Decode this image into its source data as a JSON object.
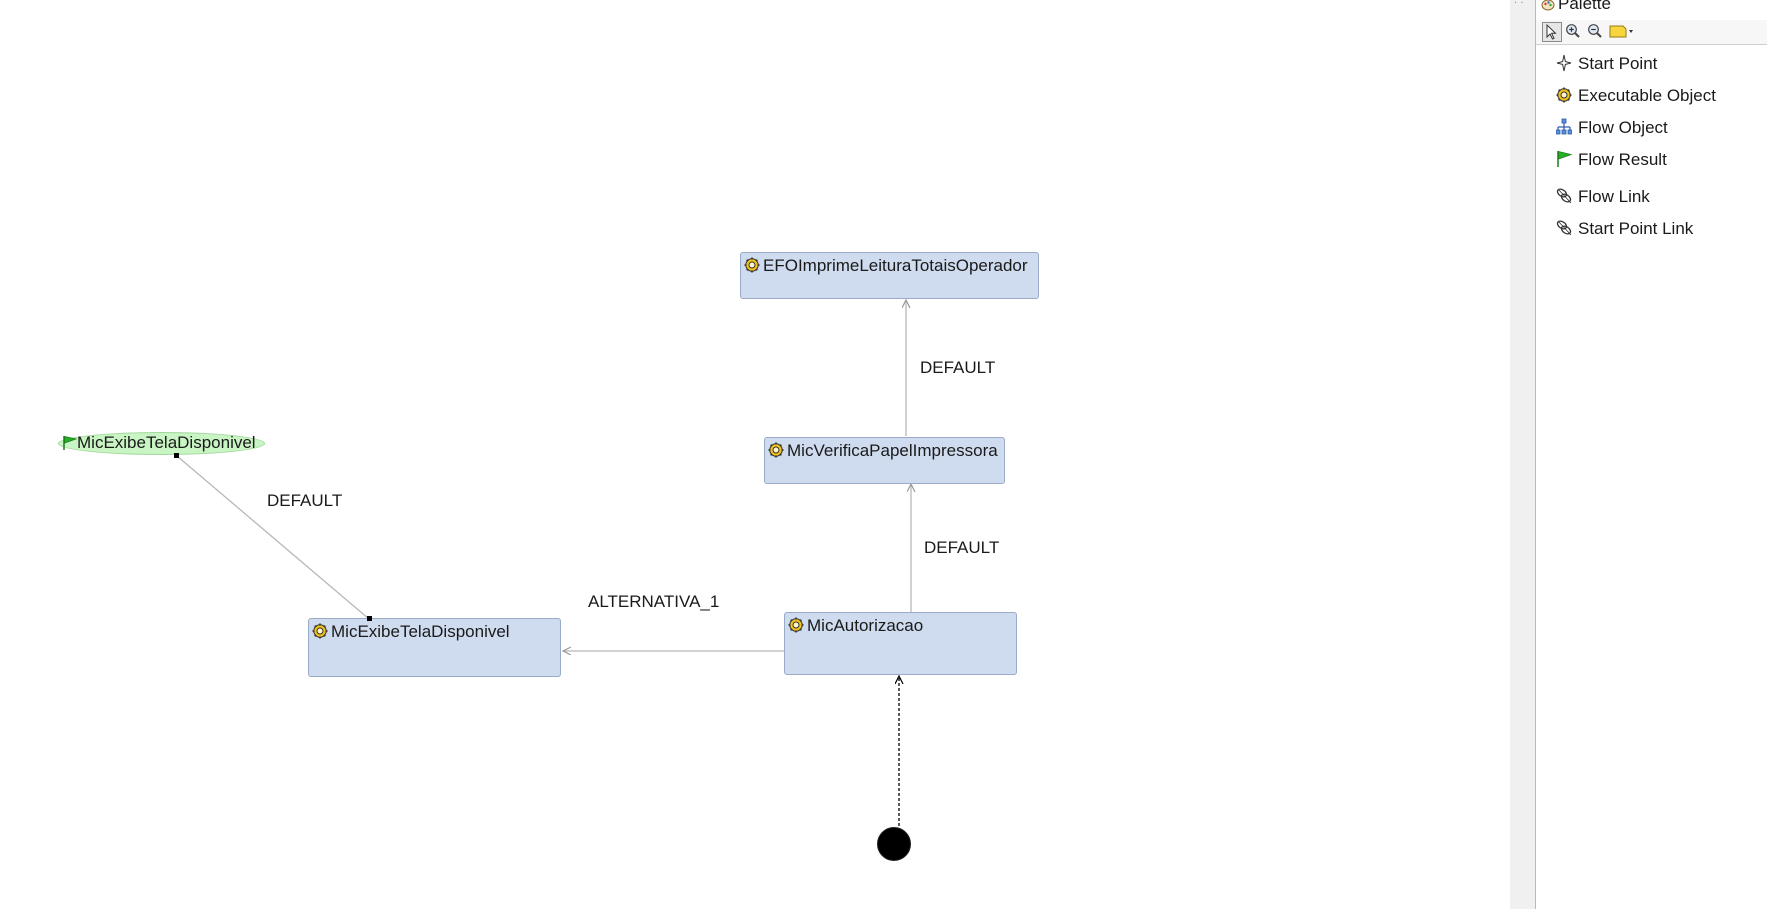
{
  "diagram": {
    "nodes": {
      "efo": {
        "label": "EFOImprimeLeituraTotaisOperador"
      },
      "verifica": {
        "label": "MicVerificaPapelImpressora"
      },
      "autorizacao": {
        "label": "MicAutorizacao"
      },
      "exibe_exec": {
        "label": "MicExibeTelaDisponivel"
      },
      "exibe_result": {
        "label": "MicExibeTelaDisponivel"
      }
    },
    "edge_labels": {
      "verifica_to_efo": "DEFAULT",
      "autorizacao_to_verifica": "DEFAULT",
      "autorizacao_to_exibe": "ALTERNATIVA_1",
      "exibe_to_result": "DEFAULT"
    }
  },
  "palette": {
    "title": "Palette",
    "items": [
      {
        "label": "Start Point",
        "icon": "start-point-icon"
      },
      {
        "label": "Executable Object",
        "icon": "gear-icon"
      },
      {
        "label": "Flow Object",
        "icon": "flow-object-icon"
      },
      {
        "label": "Flow Result",
        "icon": "flag-icon"
      },
      {
        "label": "Flow Link",
        "icon": "link-icon"
      },
      {
        "label": "Start Point Link",
        "icon": "link-icon"
      }
    ],
    "toolbar": [
      "select-icon",
      "zoom-in-icon",
      "zoom-out-icon",
      "note-icon",
      "dropdown-arrow-icon"
    ]
  },
  "colors": {
    "node_fill": "#cfdbee",
    "node_border": "#9aabc7",
    "result_fill": "#c9f5c4",
    "edge": "#b8b8b8"
  }
}
